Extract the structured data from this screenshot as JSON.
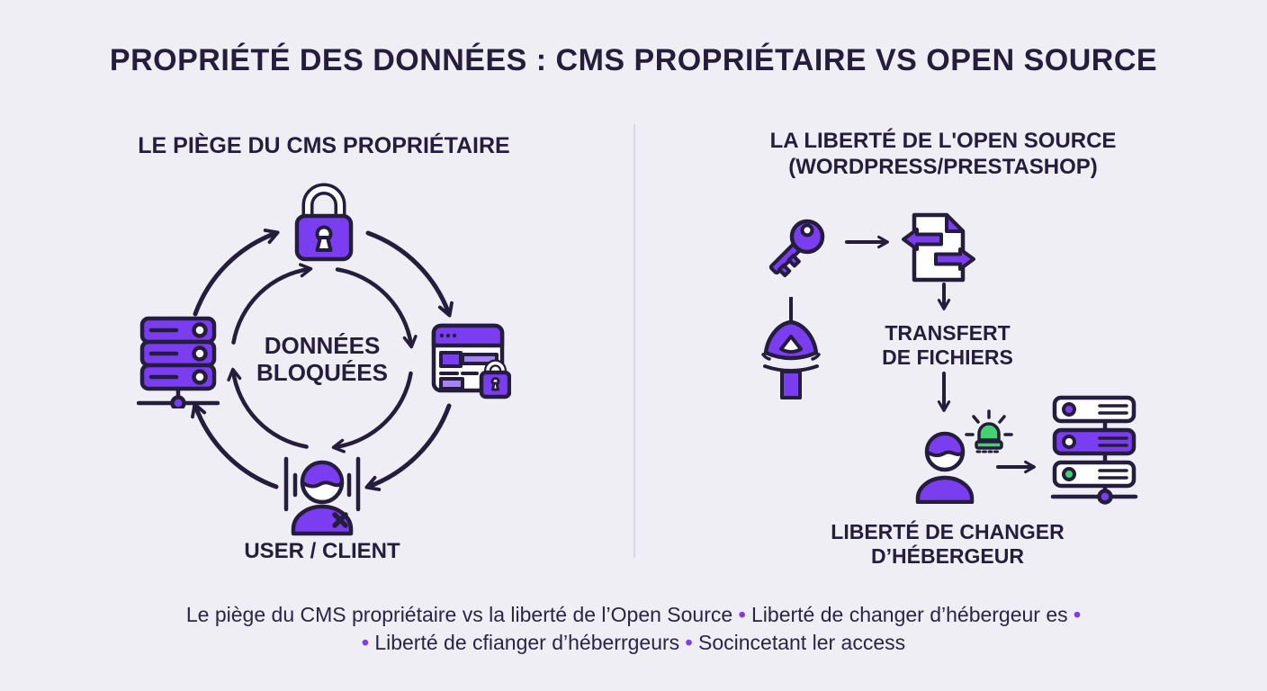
{
  "colors": {
    "bg": "#efeef4",
    "ink": "#241e3c",
    "accent": "#7b3df0",
    "accent-light": "#a583f2",
    "green": "#44d16e",
    "divider": "#d9d8e0"
  },
  "title": "PROPRIÉTÉ DES DONNÉES : CMS PROPRIÉTAIRE VS OPEN SOURCE",
  "left": {
    "title": "LE PIÈGE DU CMS PROPRIÉTAIRE",
    "center_label": "DONNÉES\nBLOQUÉES",
    "bottom_label": "USER / CLIENT"
  },
  "right": {
    "title_line1": "LA LIBERTÉ DE L'OPEN SOURCE",
    "title_line2": "(WORDPRESS/PRESTASHOP)",
    "transfer_label": "TRANSFERT\nDE FICHIERS",
    "freedom_label": "LIBERTÉ DE CHANGER\nD’HÉBERGEUR"
  },
  "icons": {
    "padlock-icon": "closed purple padlock",
    "server-stack-icon": "purple server rack with network node",
    "browser-locked-icon": "browser window with small padlock",
    "blocked-user-icon": "user silhouette with x mark between bars",
    "cycle-arrows-icon": "clockwise circular arrows",
    "key-icon": "purple key",
    "file-transfer-icon": "document with left/right transfer arrows",
    "hosting-lamp-icon": "hanging lamp shape",
    "user-icon": "user silhouette",
    "green-beacon-icon": "green flashing beacon",
    "server-rack-icon": "server rack with status dots"
  },
  "caption": {
    "lines": [
      {
        "segments": [
          {
            "t": "Le piège du CMS propriétaire vs la liberté de l’Open Source "
          },
          {
            "t": "•",
            "bullet": true
          },
          {
            "t": " Liberté de changer d’hébergeur es "
          },
          {
            "t": "•",
            "bullet": true
          }
        ]
      },
      {
        "segments": [
          {
            "t": "•",
            "bullet": true
          },
          {
            "t": " Liberté de cfianger d’héberrgeurs "
          },
          {
            "t": "•",
            "bullet": true
          },
          {
            "t": " Socincetant ler access"
          }
        ]
      }
    ]
  }
}
